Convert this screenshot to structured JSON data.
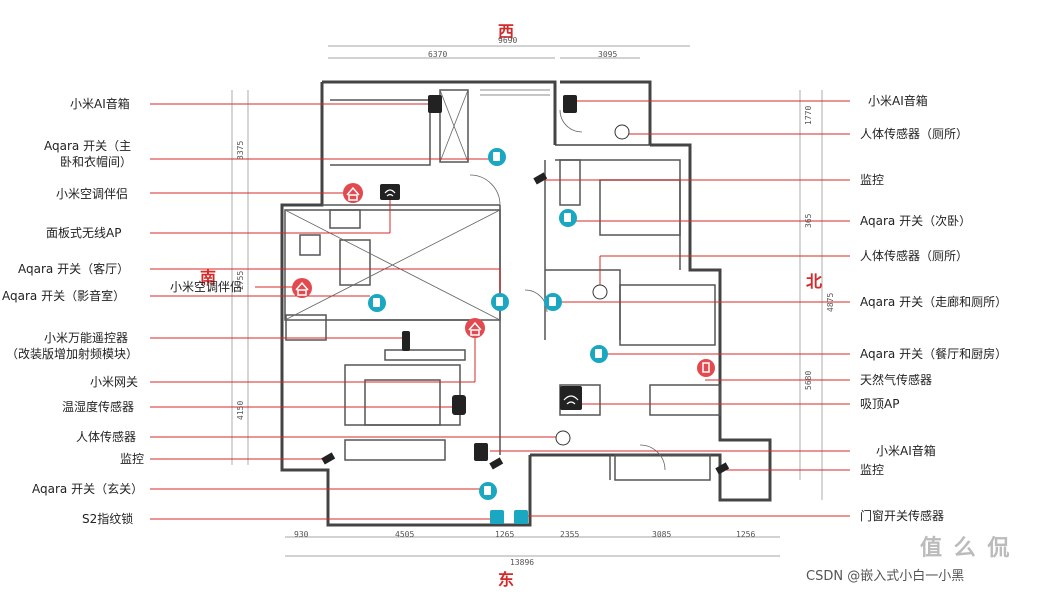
{
  "directions": {
    "west": "西",
    "east": "东",
    "south": "南",
    "north": "北"
  },
  "dimensions": {
    "top_total": "9690",
    "top_left": "6370",
    "top_right": "3095",
    "bottom_total": "13896",
    "bottom_segments": [
      "930",
      "4505",
      "1265",
      "2355",
      "3085",
      "1256"
    ],
    "left_segments": [
      "3375",
      "2755",
      "4150"
    ],
    "right_segments": [
      "1770",
      "365",
      "5680"
    ],
    "right_total": "4875"
  },
  "left_labels": [
    {
      "id": "xiaomi-ai-speaker-1",
      "text": "小米AI音箱"
    },
    {
      "id": "aqara-switch-master",
      "text": "Aqara 开关（主",
      "text2": "卧和衣帽间）"
    },
    {
      "id": "xiaomi-ac-partner-1",
      "text": "小米空调伴侣"
    },
    {
      "id": "panel-wifi-ap",
      "text": "面板式无线AP"
    },
    {
      "id": "aqara-switch-living",
      "text": "Aqara 开关（客厅）"
    },
    {
      "id": "aqara-switch-theater",
      "text": "Aqara 开关（影音室）"
    },
    {
      "id": "xiaomi-ir-remote",
      "text": "小米万能遥控器",
      "text2": "（改装版增加射频模块）"
    },
    {
      "id": "xiaomi-gateway",
      "text": "小米网关"
    },
    {
      "id": "temp-humidity-sensor",
      "text": "温湿度传感器"
    },
    {
      "id": "motion-sensor-left",
      "text": "人体传感器"
    },
    {
      "id": "camera-left",
      "text": "监控"
    },
    {
      "id": "aqara-switch-entry",
      "text": "Aqara 开关（玄关）"
    },
    {
      "id": "s2-lock",
      "text": "S2指纹锁"
    }
  ],
  "inner_label": {
    "text": "小米空调伴侣"
  },
  "right_labels": [
    {
      "id": "xiaomi-ai-speaker-2",
      "text": "小米AI音箱"
    },
    {
      "id": "motion-sensor-toilet-1",
      "text": "人体传感器（厕所）"
    },
    {
      "id": "camera-right-1",
      "text": "监控"
    },
    {
      "id": "aqara-switch-second",
      "text": "Aqara 开关（次卧）"
    },
    {
      "id": "motion-sensor-toilet-2",
      "text": "人体传感器（厕所）"
    },
    {
      "id": "aqara-switch-hall",
      "text": "Aqara 开关（走廊和厕所）"
    },
    {
      "id": "aqara-switch-dining",
      "text": "Aqara 开关（餐厅和厨房）"
    },
    {
      "id": "gas-sensor",
      "text": "天然气传感器"
    },
    {
      "id": "ceiling-ap",
      "text": "吸顶AP"
    },
    {
      "id": "xiaomi-ai-speaker-3",
      "text": "小米AI音箱"
    },
    {
      "id": "camera-right-2",
      "text": "监控"
    },
    {
      "id": "door-sensor",
      "text": "门窗开关传感器"
    }
  ],
  "watermark": {
    "csdn": "CSDN @嵌入式小白一小黑",
    "site": "值 么 侃"
  },
  "colors": {
    "line": "#d42a2a",
    "wall": "#444444",
    "teal": "#1aa7c2",
    "red_icon": "#e24a4f"
  }
}
